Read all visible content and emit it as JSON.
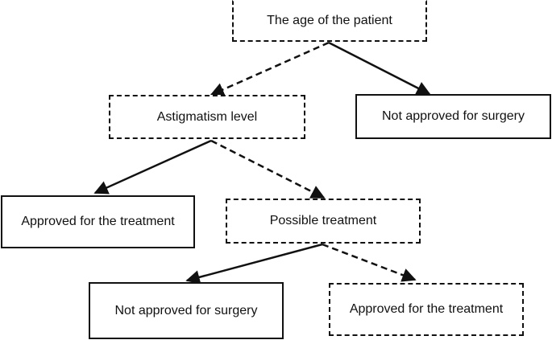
{
  "nodes": {
    "root": "The age of the patient",
    "astigmatism": "Astigmatism level",
    "not_approved_1": "Not approved for surgery",
    "approved_1": "Approved for the treatment",
    "possible": "Possible treatment",
    "not_approved_2": "Not approved for surgery",
    "approved_2": "Approved for the treatment"
  },
  "colors": {
    "line": "#111111",
    "background": "#ffffff"
  }
}
